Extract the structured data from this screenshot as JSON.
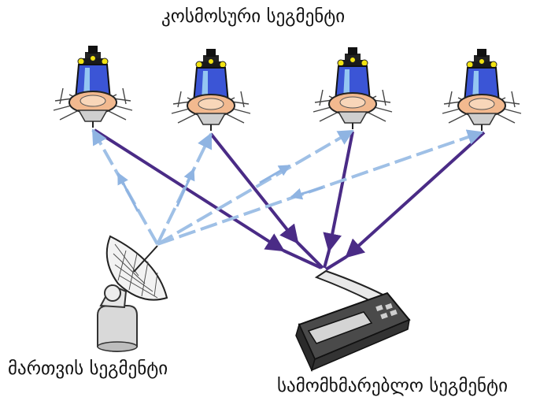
{
  "labels": {
    "space_segment": "კოსმოსური სეგმენტი",
    "control_segment": "მართვის  სეგმენტი",
    "user_segment": "სამომხმარებლო სეგმენტი"
  },
  "colors": {
    "user_link": "#4a2b86",
    "control_link": "#9fc0e6",
    "satellite_body": "#3b55d6",
    "satellite_ring": "#f2b98f",
    "solar_cap": "#f2e312"
  },
  "icons": {
    "satellite": "satellite-icon",
    "ground_station": "dish-antenna-icon",
    "receiver": "gps-receiver-icon"
  }
}
